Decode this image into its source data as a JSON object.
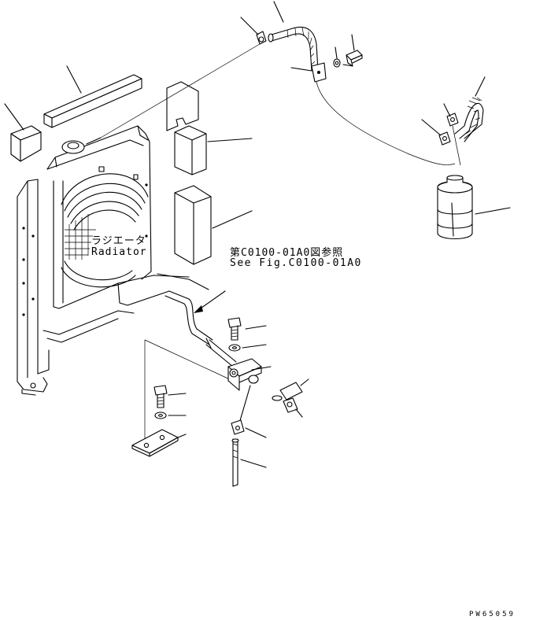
{
  "labels": {
    "radiator_jp": "ラジエータ",
    "radiator_en": "Radiator",
    "reference_jp": "第C0100-01A0図参照",
    "reference_en": "See Fig.C0100-01A0",
    "figure_id": "PW65059"
  }
}
